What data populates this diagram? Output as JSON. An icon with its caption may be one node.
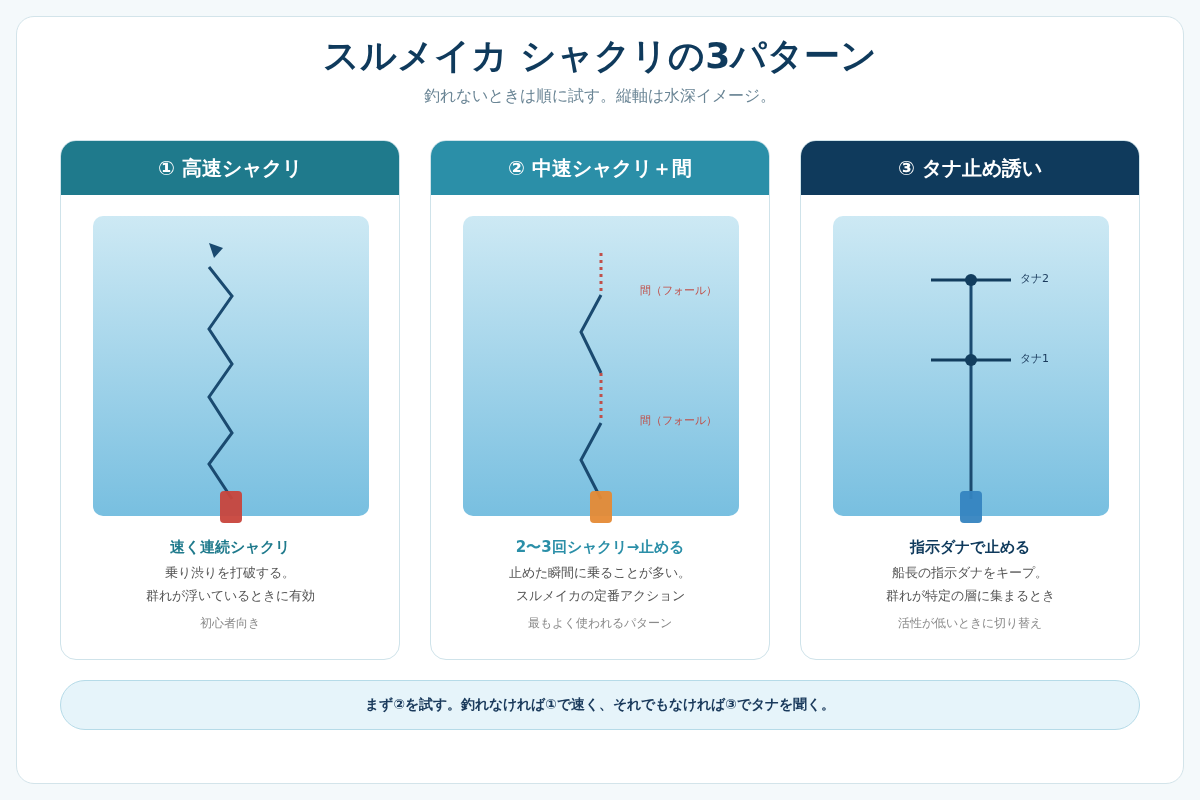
{
  "diagram": {
    "title": "スルメイカ シャクリの3パターン",
    "nodes": [
      {
        "text": [
          "① 高速シャクリ",
          "速く連続シャクリ",
          "乗り渋りを打破する。",
          "群れが浮いているときに有効",
          "初心者向き"
        ]
      },
      {
        "text": [
          "② 中速シャクリ＋間",
          "2〜3回シャクリ→止める",
          "止めた瞬間に乗ることが多い。",
          "スルメイカの定番アクション",
          "最もよく使われるパターン"
        ]
      },
      {
        "text": [
          "③ タナ止め誘い",
          "指示ダナで止める",
          "船長の指示ダナをキープ。",
          "群れが特定の層に集まるとき",
          "活性が低いときに切り替え"
        ]
      },
      {
        "text": [
          "まず②を試す。釣れなければ①で速く、それでもなければ③でタナを聞く。"
        ]
      }
    ],
    "edges": [],
    "labels": [
      "釣れないときは順に試す。縦軸は水深イメージ。",
      "間（フォール）",
      "間（フォール）",
      "タナ2",
      "タナ1"
    ]
  }
}
